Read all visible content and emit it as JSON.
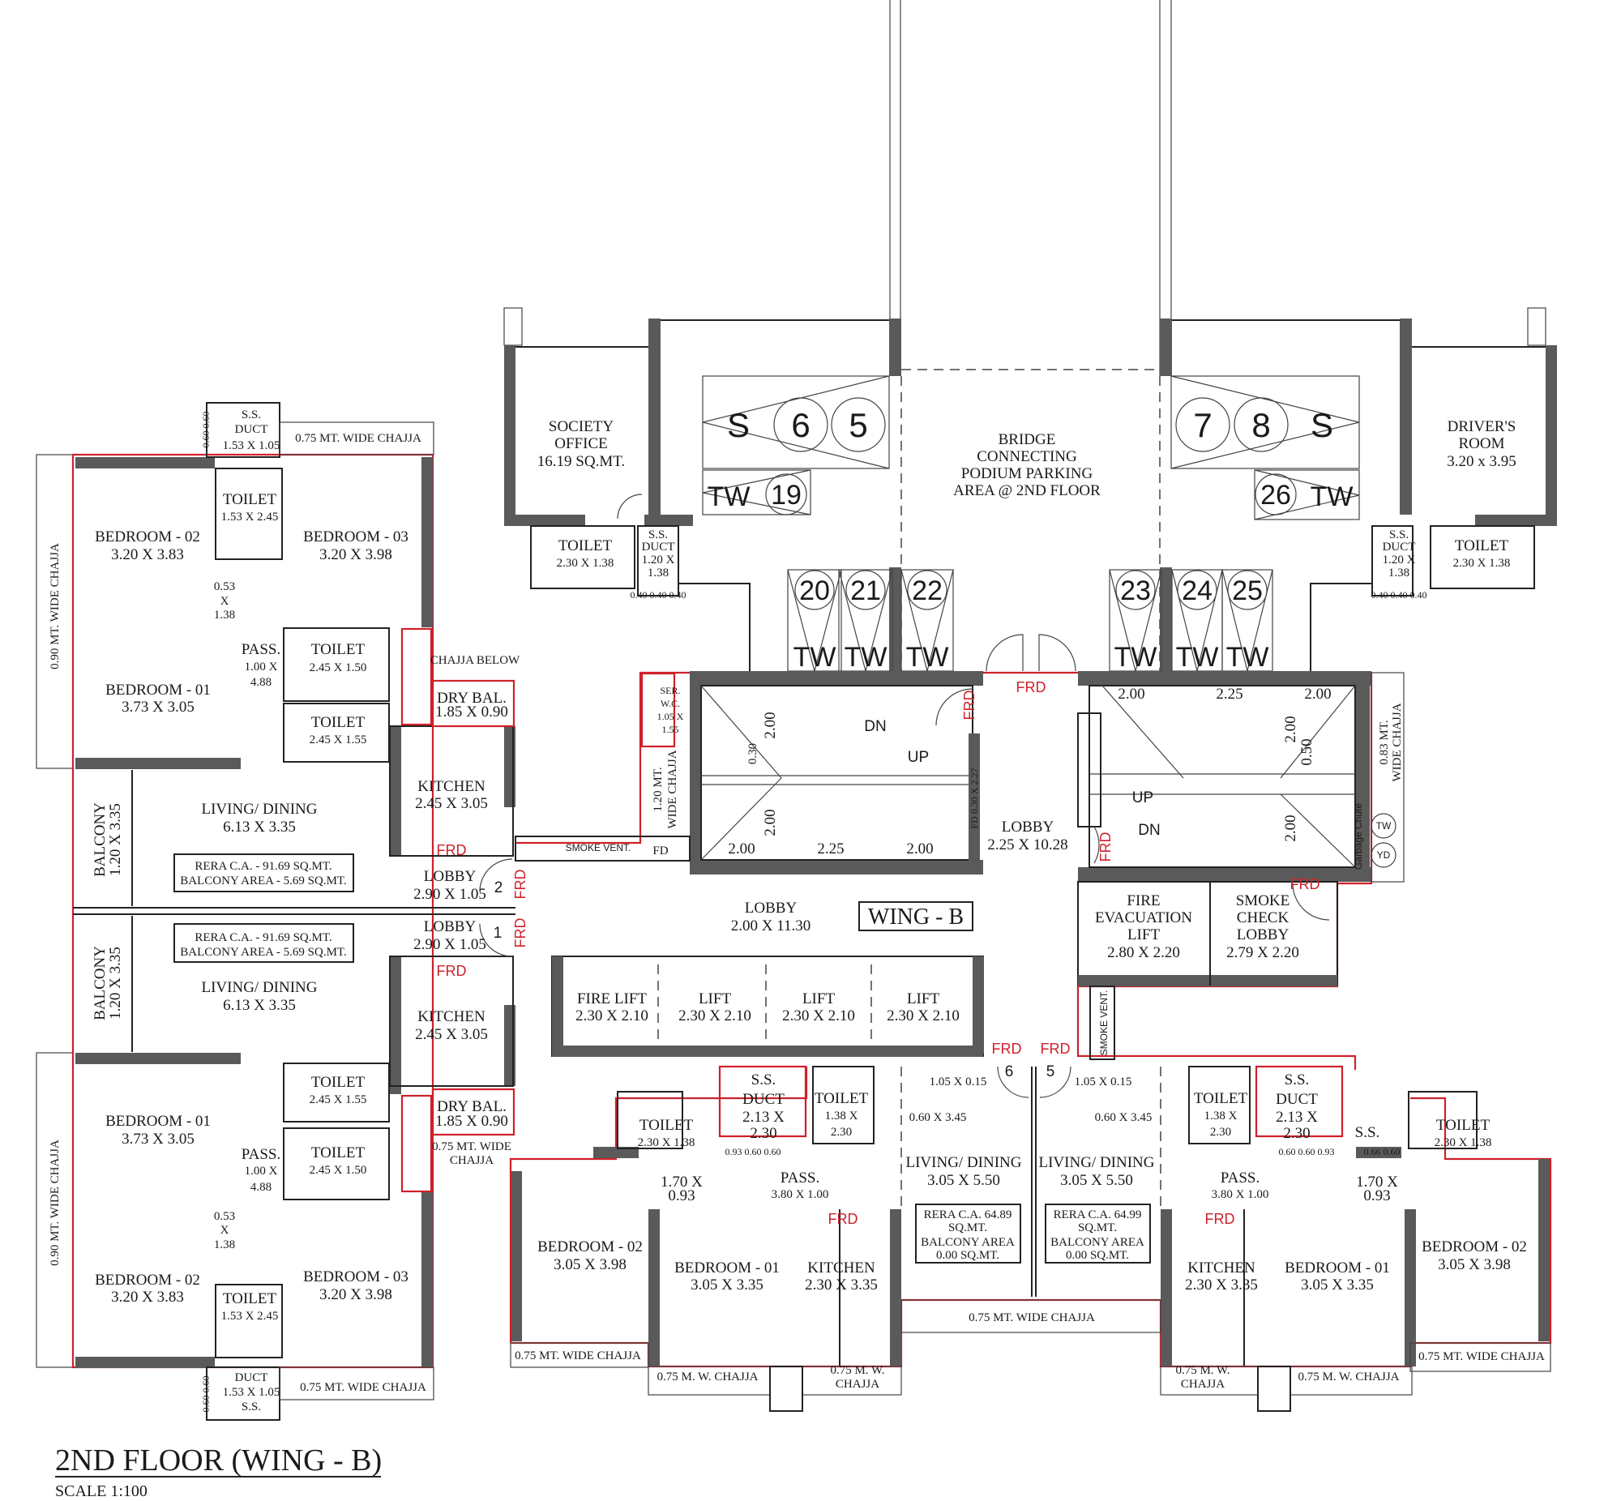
{
  "title": "2ND FLOOR (WING - B)",
  "scale": "SCALE 1:100",
  "wing_label": "WING - B",
  "colors": {
    "wall": "#5a5a5a",
    "rera_boundary": "#d0202a",
    "frd_text": "#d0202a"
  },
  "left_top_unit": {
    "ss_duct": [
      "S.S.",
      "DUCT",
      "1.53 X 1.05"
    ],
    "duct_dims": "0.60 0.60",
    "chajja_top": "0.75 MT. WIDE CHAJJA",
    "side_chajja": "0.90 MT. WIDE CHAJJA",
    "bedroom_02": [
      "BEDROOM - 02",
      "3.20 X 3.83"
    ],
    "toilet_a": [
      "TOILET",
      "1.53 X 2.45"
    ],
    "bedroom_03": [
      "BEDROOM - 03",
      "3.20 X 3.98"
    ],
    "niche": [
      "0.53",
      "X",
      "1.38"
    ],
    "pass": [
      "PASS.",
      "1.00 X",
      "4.88"
    ],
    "toilet_b": [
      "TOILET",
      "2.45 X 1.50"
    ],
    "bedroom_01": [
      "BEDROOM - 01",
      "3.73 X 3.05"
    ],
    "toilet_c": [
      "TOILET",
      "2.45 X 1.55"
    ],
    "chajja_below": "CHAJJA BELOW",
    "dry_bal": [
      "DRY BAL.",
      "1.85 X 0.90"
    ],
    "kitchen": [
      "KITCHEN",
      "2.45 X 3.05"
    ],
    "frd": "FRD",
    "living": [
      "LIVING/ DINING",
      "6.13 X 3.35"
    ],
    "rera": [
      "RERA C.A. - 91.69 SQ.MT.",
      "BALCONY AREA - 5.69 SQ.MT."
    ],
    "balcony": [
      "BALCONY",
      "1.20 X 3.35"
    ],
    "lobby": [
      "LOBBY",
      "2.90 X 1.05"
    ],
    "lobby_no": "2",
    "lobby_frd": "FRD"
  },
  "left_bottom_unit": {
    "lobby": [
      "LOBBY",
      "2.90 X 1.05"
    ],
    "lobby_no": "1",
    "lobby_frd": "FRD",
    "rera": [
      "RERA C.A. - 91.69 SQ.MT.",
      "BALCONY AREA - 5.69 SQ.MT."
    ],
    "balcony": [
      "BALCONY",
      "1.20 X 3.35"
    ],
    "living": [
      "LIVING/ DINING",
      "6.13 X 3.35"
    ],
    "frd": "FRD",
    "kitchen": [
      "KITCHEN",
      "2.45 X 3.05"
    ],
    "toilet_c": [
      "TOILET",
      "2.45 X 1.55"
    ],
    "bedroom_01": [
      "BEDROOM - 01",
      "3.73 X 3.05"
    ],
    "dry_bal": [
      "DRY BAL.",
      "1.85 X 0.90"
    ],
    "pass": [
      "PASS.",
      "1.00 X",
      "4.88"
    ],
    "toilet_b": [
      "TOILET",
      "2.45 X 1.50"
    ],
    "chajja_side": [
      "0.75 MT. WIDE",
      "CHAJJA"
    ],
    "niche": [
      "0.53",
      "X",
      "1.38"
    ],
    "bedroom_02": [
      "BEDROOM - 02",
      "3.20 X 3.83"
    ],
    "toilet_a": [
      "TOILET",
      "1.53 X 2.45"
    ],
    "bedroom_03": [
      "BEDROOM - 03",
      "3.20 X 3.98"
    ],
    "side_chajja": "0.90 MT. WIDE CHAJJA",
    "ss_duct": [
      "DUCT",
      "1.53 X 1.05",
      "S.S."
    ],
    "duct_dims": "0.60 0.60",
    "chajja_bottom": "0.75 MT. WIDE CHAJJA"
  },
  "core": {
    "society_office": [
      "SOCIETY",
      "OFFICE",
      "16.19 SQ.MT."
    ],
    "society_toilet": [
      "TOILET",
      "2.30 X 1.38"
    ],
    "society_duct": [
      "S.S.",
      "DUCT",
      "1.20 X",
      "1.38"
    ],
    "society_duct_dims": "0.40 0.40 0.40",
    "bridge": [
      "BRIDGE",
      "CONNECTING",
      "PODIUM PARKING",
      "AREA @ 2ND FLOOR"
    ],
    "drivers_room": [
      "DRIVER'S",
      "ROOM",
      "3.20 x 3.95"
    ],
    "drivers_toilet": [
      "TOILET",
      "2.30 X 1.38"
    ],
    "drivers_duct": [
      "S.S.",
      "DUCT",
      "1.20 X",
      "1.38"
    ],
    "drivers_duct_dims": "0.40 0.40 0.40",
    "parking_left": {
      "s": "S",
      "n1": "6",
      "n2": "5"
    },
    "parking_right": {
      "n1": "7",
      "n2": "8",
      "s": "S"
    },
    "tw_left": {
      "tw": "TW",
      "n": "19"
    },
    "tw_right": {
      "n": "26",
      "tw": "TW"
    },
    "tw_slots_left": [
      {
        "n": "20",
        "tw": "TW"
      },
      {
        "n": "21",
        "tw": "TW"
      },
      {
        "n": "22",
        "tw": "TW"
      }
    ],
    "tw_slots_right": [
      {
        "n": "23",
        "tw": "TW"
      },
      {
        "n": "24",
        "tw": "TW"
      },
      {
        "n": "25",
        "tw": "TW"
      }
    ],
    "frd_top": "FRD",
    "ser_wc": [
      "SER.",
      "W.C.",
      "1.05 X",
      "1.55"
    ],
    "chajja_120": [
      "1.20 MT.",
      "WIDE CHAJJA"
    ],
    "smoke_vent": "SMOKE VENT.",
    "fd": "FD",
    "stair_left": {
      "d1": "2.00",
      "d2": "2.25",
      "d3": "2.00",
      "v1": "2.00",
      "v2": "2.00",
      "v3": "0.30",
      "dn": "DN",
      "up": "UP",
      "frd": "FRD",
      "fd": "FD 0.30 X 2.27"
    },
    "stair_right": {
      "d1": "2.00",
      "d2": "2.25",
      "d3": "2.00",
      "v1": "2.00",
      "v2": "2.00",
      "v3": "0.50",
      "dn": "DN",
      "up": "UP",
      "frd": "FRD"
    },
    "lobby_main": [
      "LOBBY",
      "2.25 X 10.28"
    ],
    "lobby_wide": [
      "LOBBY",
      "2.00 X 11.30"
    ],
    "chajja_083": [
      "0.83 MT.",
      "WIDE CHAJJA"
    ],
    "garbage_chute": "Garbage Chute",
    "chute_tw": "TW",
    "chute_yd": "YD",
    "fire_evac_lift": [
      "FIRE",
      "EVACUATION",
      "LIFT",
      "2.80 X 2.20"
    ],
    "smoke_check_lobby": [
      "SMOKE",
      "CHECK",
      "LOBBY",
      "2.79 X 2.20"
    ],
    "frd_smoke": "FRD",
    "lifts": [
      [
        "FIRE LIFT",
        "2.30 X 2.10"
      ],
      [
        "LIFT",
        "2.30 X 2.10"
      ],
      [
        "LIFT",
        "2.30 X 2.10"
      ],
      [
        "LIFT",
        "2.30 X 2.10"
      ]
    ],
    "smoke_vent_right": "SMOKE VENT.",
    "frd_6": "FRD",
    "frd_5": "FRD",
    "door_6": "6",
    "door_5": "5",
    "chajja_bottom": "0.75 MT. WIDE CHAJJA"
  },
  "unit_6": {
    "door_dim": "1.05 X 0.15",
    "shaft_dim": "0.60 X 3.45",
    "living": [
      "LIVING/ DINING",
      "3.05 X 5.50"
    ],
    "rera": [
      "RERA C.A. 64.89",
      "SQ.MT.",
      "BALCONY AREA",
      "0.00 SQ.MT."
    ],
    "toilet_a": [
      "TOILET",
      "2.30 X 1.38"
    ],
    "duct": [
      "S.S.",
      "DUCT",
      "2.13 X",
      "2.30"
    ],
    "duct_dims": "0.93 0.60 0.60",
    "toilet_b": [
      "TOILET",
      "1.38 X",
      "2.30"
    ],
    "pass": [
      "PASS.",
      "3.80 X 1.00"
    ],
    "niche": [
      "1.70 X",
      "0.93"
    ],
    "bedroom_02": [
      "BEDROOM - 02",
      "3.05 X 3.98"
    ],
    "bedroom_01": [
      "BEDROOM - 01",
      "3.05 X 3.35"
    ],
    "kitchen": [
      "KITCHEN",
      "2.30 X 3.35"
    ],
    "frd": "FRD",
    "chajja_a": "0.75 MT. WIDE CHAJJA",
    "chajja_b": "0.75 M. W. CHAJJA",
    "chajja_c": [
      "0.75 M. W.",
      "CHAJJA"
    ]
  },
  "unit_5": {
    "door_dim": "1.05 X 0.15",
    "shaft_dim": "0.60 X 3.45",
    "living": [
      "LIVING/ DINING",
      "3.05 X 5.50"
    ],
    "rera": [
      "RERA C.A. 64.99",
      "SQ.MT.",
      "BALCONY AREA",
      "0.00 SQ.MT."
    ],
    "toilet_b": [
      "TOILET",
      "1.38 X",
      "2.30"
    ],
    "duct": [
      "S.S.",
      "DUCT",
      "2.13 X",
      "2.30"
    ],
    "duct_dims": "0.60 0.60 0.93",
    "ss": "S.S.",
    "ss_dims": "0.66 0.60",
    "toilet_a": [
      "TOILET",
      "2.30 X 1.38"
    ],
    "pass": [
      "PASS.",
      "3.80 X 1.00"
    ],
    "niche": [
      "1.70 X",
      "0.93"
    ],
    "kitchen": [
      "KITCHEN",
      "2.30 X 3.35"
    ],
    "frd": "FRD",
    "bedroom_01": [
      "BEDROOM - 01",
      "3.05 X 3.35"
    ],
    "bedroom_02": [
      "BEDROOM - 02",
      "3.05 X 3.98"
    ],
    "chajja_c": [
      "0.75 M. W.",
      "CHAJJA"
    ],
    "chajja_b": "0.75 M. W. CHAJJA",
    "chajja_a": "0.75 MT. WIDE CHAJJA"
  }
}
